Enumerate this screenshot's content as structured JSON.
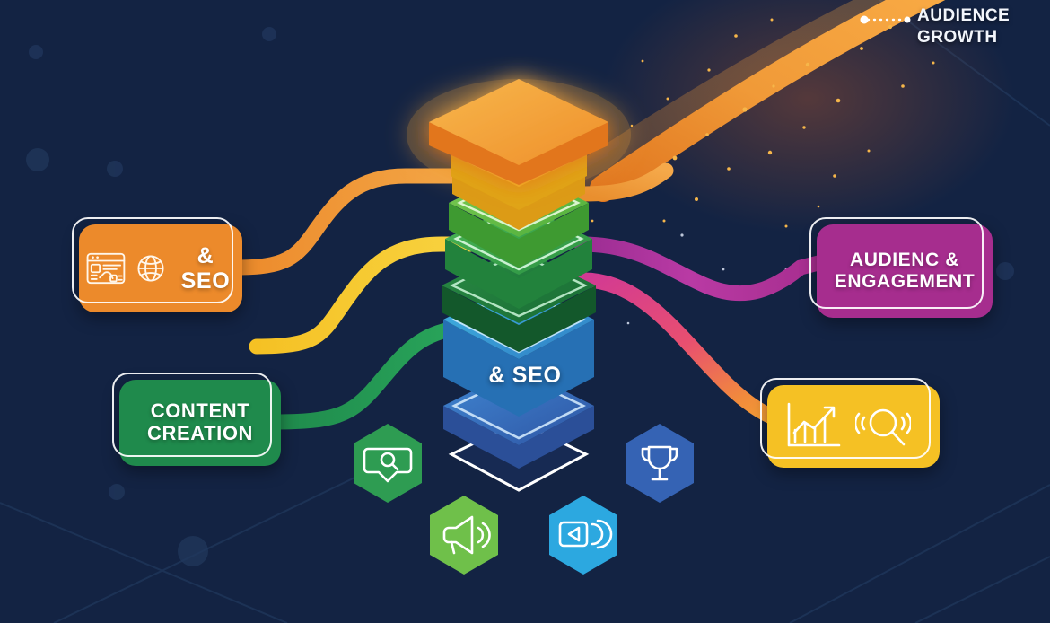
{
  "theme": {
    "background": "#132343",
    "orange": "#ec8a2b",
    "yellow": "#f5c124",
    "green_dark": "#1f8a4c",
    "green_light": "#6fc04a",
    "magenta": "#a62d8e",
    "cyan": "#2ca8e0",
    "blue": "#3563b4",
    "white": "#ffffff"
  },
  "labels": {
    "audience_growth": {
      "line1": "AUDIENCE",
      "line2": "GROWTH"
    },
    "stack_center": "& SEO"
  },
  "cards": {
    "seo": {
      "text": "& SEO",
      "color": "#ec8a2b",
      "icons": [
        "webpage-icon",
        "globe-icon"
      ]
    },
    "audience": {
      "line1": "AUDIENC &",
      "line2": "ENGAGEMENT",
      "color": "#a62d8e"
    },
    "content": {
      "line1": "CONTENT",
      "line2": "CREATION",
      "color": "#1f8a4c"
    },
    "analytics": {
      "text": "",
      "color": "#f5c124",
      "icons": [
        "bar-chart-growth-icon",
        "magnifier-icon"
      ]
    }
  },
  "stack": {
    "layers": [
      {
        "name": "layer-top",
        "color": "#f2a33c",
        "side": "#e2761f"
      },
      {
        "name": "layer-yellow",
        "color": "#f8cb35",
        "side": "#e0a417"
      },
      {
        "name": "layer-gold",
        "color": "#f6c32e",
        "side": "#dc9b16"
      },
      {
        "name": "layer-green-light",
        "color": "#66c44a",
        "side": "#3f9a32"
      },
      {
        "name": "layer-green",
        "color": "#3fa94e",
        "side": "#26803a"
      },
      {
        "name": "layer-green-dark",
        "color": "#1f7c3e",
        "side": "#14622f"
      },
      {
        "name": "layer-cyan",
        "color": "#35aadd",
        "side": "#2a7fc0"
      },
      {
        "name": "layer-blue",
        "color": "#3a71c4",
        "side": "#2d56a0"
      },
      {
        "name": "layer-outline",
        "color": "transparent",
        "side": "transparent"
      }
    ]
  },
  "hexagons": [
    {
      "name": "hex-chat-search",
      "icon": "chat-search-icon",
      "color": "#2e9c52"
    },
    {
      "name": "hex-megaphone",
      "icon": "megaphone-icon",
      "color": "#6fc04a"
    },
    {
      "name": "hex-video",
      "icon": "video-icon",
      "color": "#2ca8e0"
    },
    {
      "name": "hex-trophy",
      "icon": "trophy-icon",
      "color": "#3563b4"
    }
  ],
  "connectors": [
    {
      "name": "connector-orange-left",
      "color": "#ee9b3a"
    },
    {
      "name": "connector-yellow-left",
      "color": "#f6c92f"
    },
    {
      "name": "connector-green-left",
      "color": "#1f9350"
    },
    {
      "name": "connector-magenta-right",
      "color": "#b4369d"
    },
    {
      "name": "connector-pink-orange-right",
      "color": "#e2449a"
    },
    {
      "name": "connector-growth-arc",
      "color": "#f09a38"
    }
  ]
}
